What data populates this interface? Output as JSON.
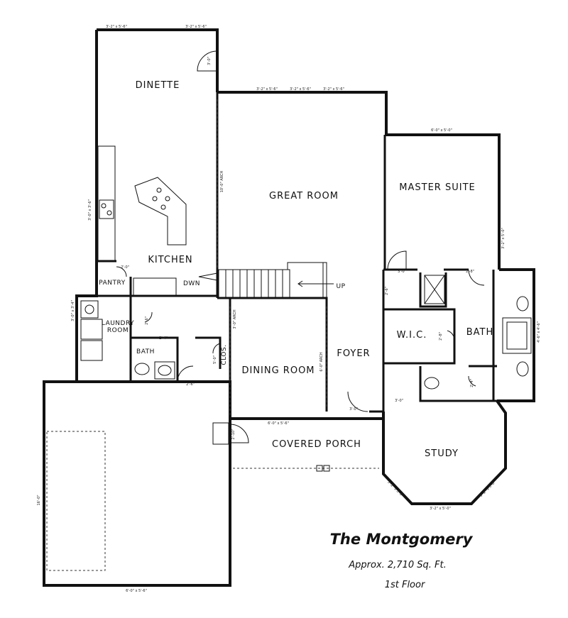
{
  "plan_title": "The Montgomery",
  "sqft": "Approx. 2,710 Sq. Ft.",
  "floor": "1st Floor",
  "rooms": {
    "dinette": "DINETTE",
    "great_room": "GREAT ROOM",
    "master_suite": "MASTER SUITE",
    "kitchen": "KITCHEN",
    "pantry": "PANTRY",
    "laundry_line1": "LAUNDRY",
    "laundry_line2": "ROOM",
    "bath_small": "BATH",
    "clos": "CLOS.",
    "dining_room": "DINING ROOM",
    "foyer": "FOYER",
    "wic": "W.I.C.",
    "bath": "BATH",
    "covered_porch": "COVERED PORCH",
    "study": "STUDY",
    "dwn": "DWN",
    "up": "UP"
  },
  "dimensions": {
    "din_win_1": "3'-2\" x 5'-6\"",
    "din_win_2": "3'-2\" x 5'-6\"",
    "gr_win_1": "3'-2\" x 5'-6\"",
    "gr_win_2": "3'-2\" x 5'-6\"",
    "gr_win_3": "3'-2\" x 5'-6\"",
    "ms_win": "6'-0\" x 5'-0\"",
    "ms_side_win": "3'-2\" x 5'-0\"",
    "kit_win": "3'-0\" x 3'-6\"",
    "laundry_win": "3'-0\" x 3'-4\"",
    "arch_great": "10'-0\" ARCH",
    "arch_dining": "3'-0\" ARCH",
    "arch_foyer": "6'-0\" ARCH",
    "dining_win": "6'-0\" x 5'-6\"",
    "garage_win": "6'-0\" x 5'-6\"",
    "study_win_1": "3'-2\" x 5'-0\"",
    "study_win_2": "3'-2\" x 5'-0\"",
    "study_win_3": "3'-2\" x 5'-0\"",
    "bath_win": "4'-6\" x 4'-6\"",
    "garage_depth": "16'-0\"",
    "door_30_a": "3'-0\"",
    "door_30_b": "3'-0\"",
    "door_30_c": "3'-0\"",
    "door_30_d": "3'-0\"",
    "door_26_a": "2'-6\"",
    "door_26_b": "2'-6\"",
    "door_26_c": "2'-6\"",
    "door_24_a": "2'-4\"",
    "door_24_b": "2'-4\"",
    "door_28_a": "2'-8\"",
    "door_28_b": "2'-8\"",
    "door_50": "5'-0\"",
    "door_20": "2'-0\"",
    "door_210": "2'-10\""
  }
}
